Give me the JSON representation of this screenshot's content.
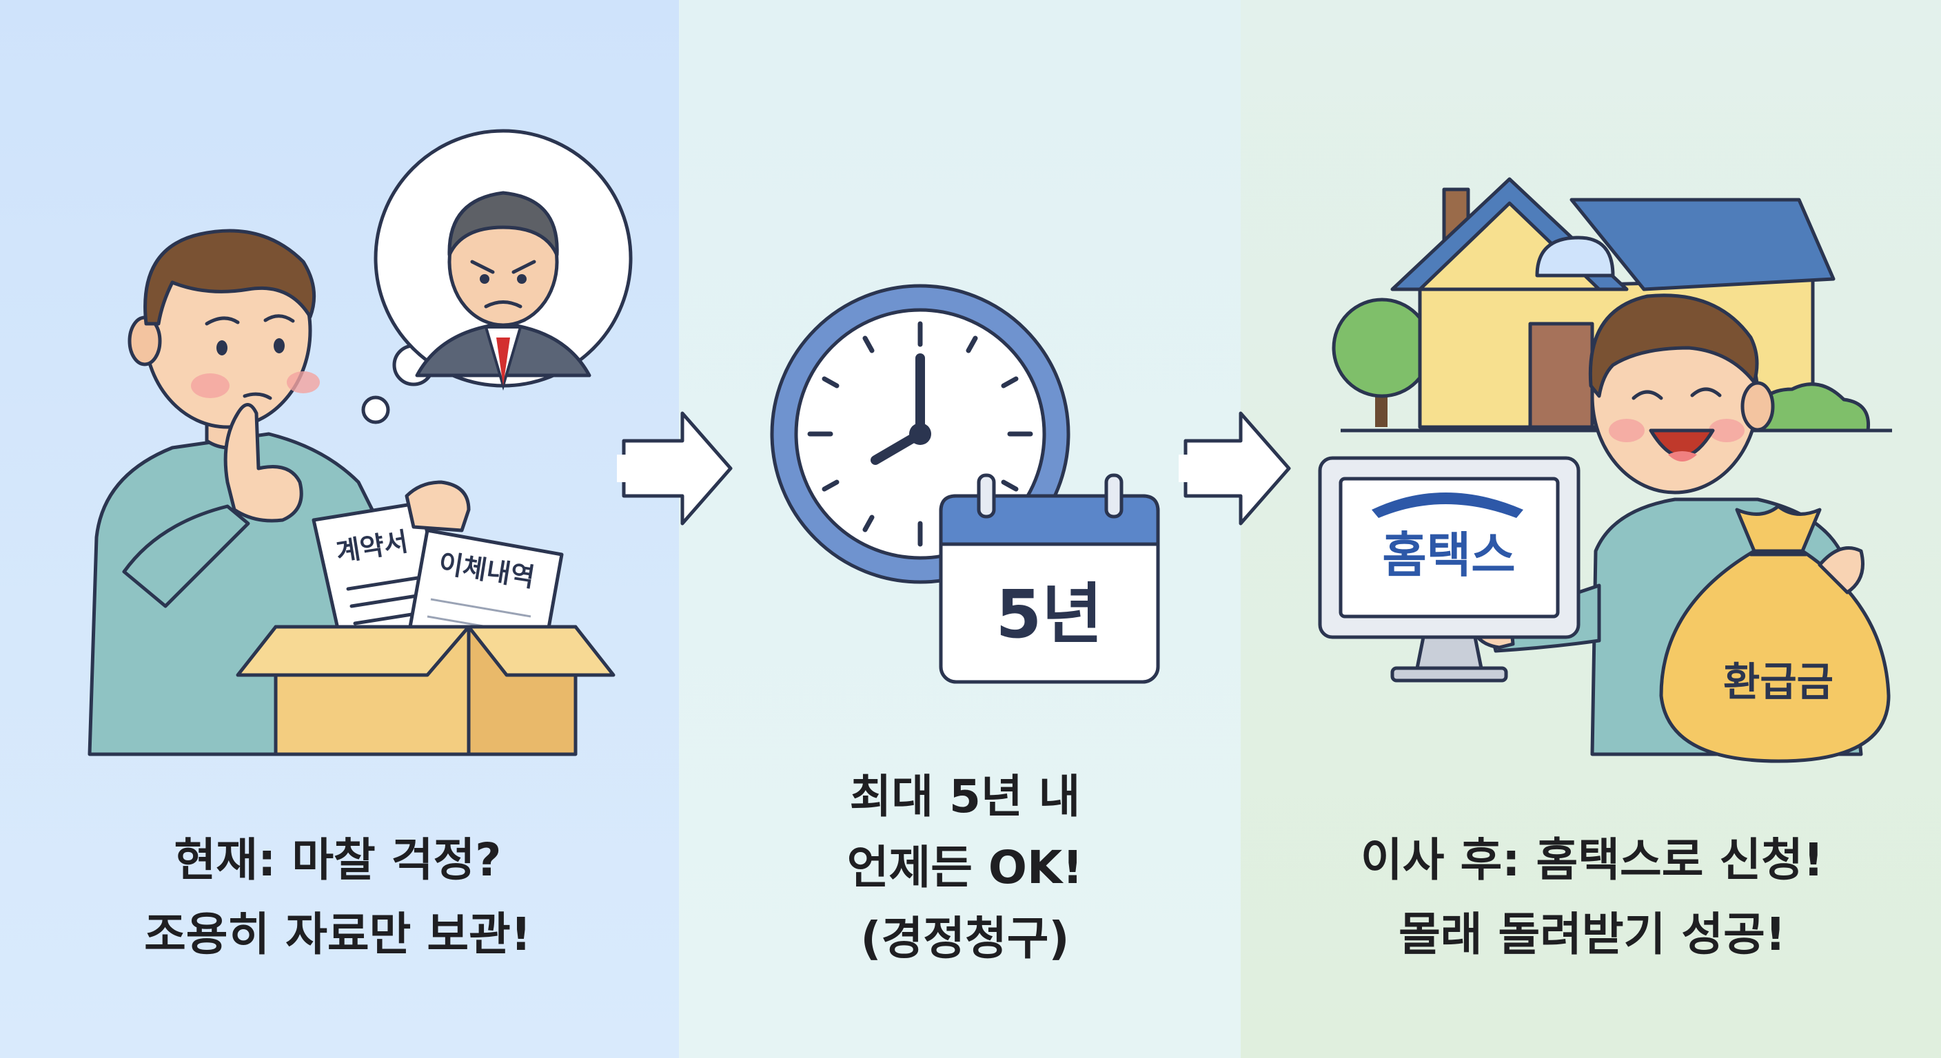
{
  "panels": [
    {
      "caption_lines": [
        "현재: 마찰 걱정?",
        "조용히 자료만 보관!"
      ],
      "documents": [
        "계약서",
        "이체내역"
      ]
    },
    {
      "caption_lines": [
        "최대 5년 내",
        "언제든 OK!",
        "(경정청구)"
      ],
      "calendar_label": "5년"
    },
    {
      "caption_lines": [
        "이사 후: 홈택스로 신청!",
        "몰래 돌려받기 성공!"
      ],
      "monitor_label": "홈택스",
      "bag_label": "환급금"
    }
  ],
  "colors": {
    "panel1_bg": "#d4e7fb",
    "panel2_bg": "#e4f3f4",
    "panel3_bg": "#e1f0e4",
    "outline": "#2b3550",
    "clock_ring": "#6f93cf",
    "calendar_header": "#5b86c9",
    "hometax_blue": "#2d58a8",
    "box": "#f3cd80",
    "money_bag": "#f5c965",
    "house_wall": "#f7e08f",
    "roof": "#4f7dba",
    "tie": "#d32f2f"
  },
  "icons": [
    "thinking-bubble-icon",
    "arrow-right-icon",
    "clock-icon",
    "calendar-icon",
    "house-icon",
    "tree-icon",
    "monitor-icon",
    "money-bag-icon",
    "cardboard-box-icon"
  ]
}
